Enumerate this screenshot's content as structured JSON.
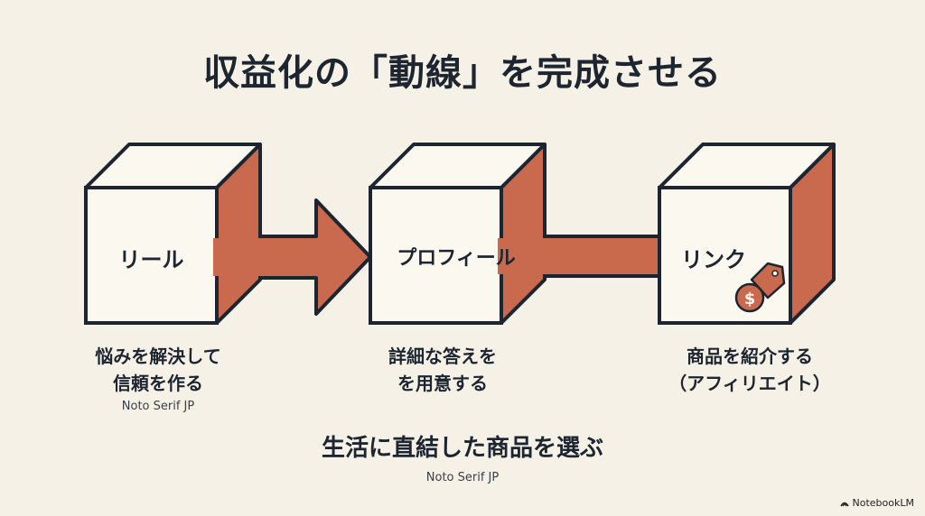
{
  "title": "収益化の「動線」を完成させる",
  "steps": [
    {
      "label": "リール",
      "caption_line1": "悩みを解決して",
      "caption_line2": "信頼を作る",
      "font_note": "Noto Serif JP"
    },
    {
      "label": "プロフィール",
      "caption_line1": "詳細な答えを",
      "caption_line2": "を用意する"
    },
    {
      "label": "リンク",
      "caption_line1": "商品を紹介する",
      "caption_line2": "（アフィリエイト）"
    }
  ],
  "bottom": {
    "main": "生活に直結した商品を選ぶ",
    "font_note": "Noto Serif JP"
  },
  "watermark": "NotebookLM",
  "icons": {
    "price_tag": "dollar-price-tag-icon"
  },
  "colors": {
    "accent": "#c96a4f",
    "ink": "#1d2530",
    "background": "#f5f1e6",
    "box_face": "#fbf8f0"
  }
}
